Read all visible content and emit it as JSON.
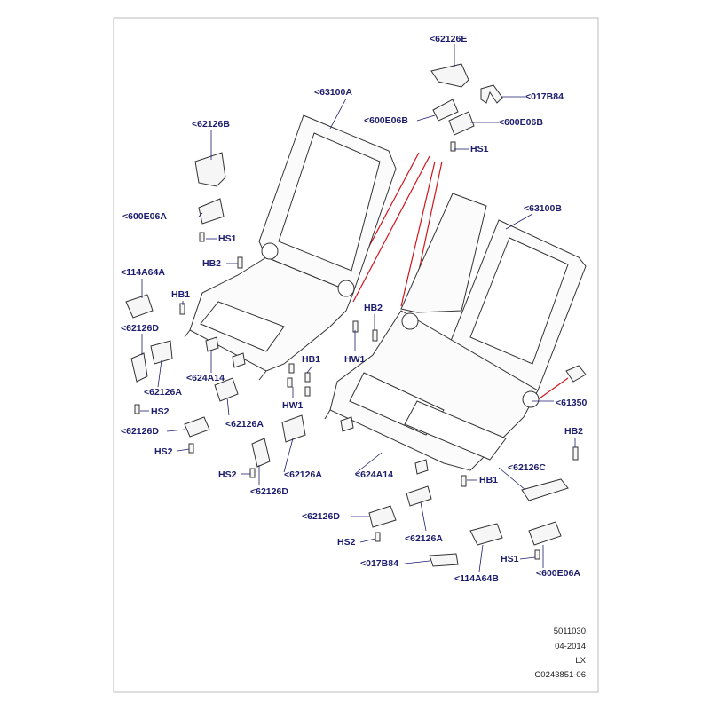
{
  "colors": {
    "frame_border": "#bbbbbb",
    "label_text": "#1c1c6e",
    "leader_line": "#1c1c6e",
    "drawing_line": "#333333",
    "callout_line": "#d0141b"
  },
  "labels": {
    "p62126E": "<62126E",
    "p017B84_top": "<017B84",
    "p600E06B_left": "<600E06B",
    "p600E06B_right": "<600E06B",
    "p63100A": "<63100A",
    "hs1_top": "HS1",
    "p62126B": "<62126B",
    "p600E06A_left": "<600E06A",
    "hs1_left": "HS1",
    "p63100B": "<63100B",
    "hb2_left": "HB2",
    "p114A64A": "<114A64A",
    "hb1_left": "HB1",
    "p62126D_top": "<62126D",
    "hb2_mid": "HB2",
    "hb1_mid": "HB1",
    "hw1_right": "HW1",
    "p624A14_left": "<624A14",
    "p62126A_top": "<62126A",
    "hw1_left": "HW1",
    "p61350": "<61350",
    "hs2_top": "HS2",
    "p62126A_mid": "<62126A",
    "p62126D_mid": "<62126D",
    "hb2_right": "HB2",
    "hs2_mid": "HS2",
    "hs2_low": "HS2",
    "p62126A_low": "<62126A",
    "p624A14_right": "<624A14",
    "p62126C": "<62126C",
    "hb1_right": "HB1",
    "p62126D_bottom": "<62126D",
    "p62126D_low": "<62126D",
    "hs2_bottom": "HS2",
    "p62126A_bottom": "<62126A",
    "hs1_right": "HS1",
    "p017B84_bottom": "<017B84",
    "p114A64B": "<114A64B",
    "p600E06A_right": "<600E06A"
  },
  "meta": {
    "code1": "5011030",
    "date": "04-2014",
    "model": "LX",
    "ref": "C0243851-06"
  }
}
